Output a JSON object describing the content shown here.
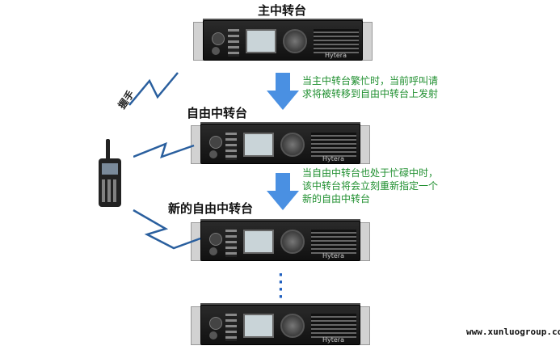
{
  "labels": {
    "main_repeater": "主中转台",
    "free_repeater": "自由中转台",
    "new_free_repeater": "新的自由中转台",
    "handshake": "握手",
    "ellipsis": "⋮"
  },
  "notes": {
    "note1_line1": "当主中转台繁忙时，当前呼叫请",
    "note1_line2": "求将被转移到自由中转台上发射",
    "note2_line1": "当自由中转台也处于忙碌中时，",
    "note2_line2": "该中转台将会立刻重新指定一个",
    "note2_line3": "新的自由中转台"
  },
  "repeater_brand": "Hytera",
  "watermark": "www.xunluogroup.com",
  "colors": {
    "note_text": "#1f8f2f",
    "arrow": "#4a90e2",
    "signal_wave": "#2a5f9e"
  },
  "icons": [
    "repeater-icon",
    "handheld-radio-icon",
    "down-arrow-icon",
    "signal-wave-icon"
  ]
}
